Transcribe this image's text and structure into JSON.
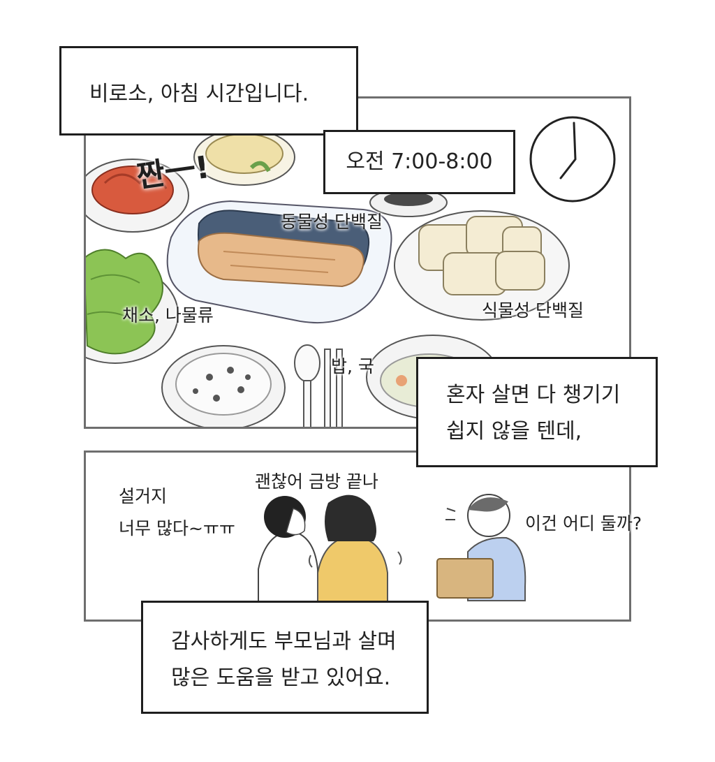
{
  "top_narration": "비로소, 아침 시간입니다.",
  "time_box": "오전 7:00-8:00",
  "sfx": "짠一!",
  "labels": {
    "animal_protein": "동물성 단백질",
    "plant_protein": "식물성 단백질",
    "vegetables": "채소, 나물류",
    "rice_soup": "밥, 국"
  },
  "middle_narration": [
    "혼자 살면 다 챙기기",
    "쉽지 않을 텐데,"
  ],
  "speech": {
    "dishes": [
      "설거지",
      "너무 많다~ㅠㅠ"
    ],
    "fine": "괜찮어 금방 끝나",
    "where": "이건 어디 둘까?"
  },
  "bottom_narration": [
    "감사하게도 부모님과 살며",
    "많은 도움을 받고 있어요."
  ],
  "colors": {
    "panel_border": "#6e6e6e",
    "box_border": "#1e1e1e",
    "fish_skin": "#4a5e78",
    "fish_flesh": "#e7b98a",
    "kimchi": "#d85a3e",
    "lettuce": "#8cc455",
    "tofu": "#f4ecd3",
    "mom_shirt": "#efc96a",
    "person_blue": "#bcd0ef",
    "box_cardboard": "#d8b57f"
  }
}
